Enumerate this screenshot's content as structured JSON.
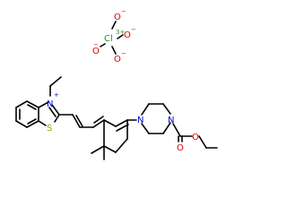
{
  "molecule": {
    "atoms": {
      "cl": "Cl",
      "cl_charge": "3+",
      "o_top": "O",
      "o_top_charge": "−",
      "o_left": "O",
      "o_left_charge": "−",
      "o_right": "O",
      "o_right_charge": "−",
      "o_bottom": "O",
      "o_bottom_charge": "−",
      "n_benzothiazole": "N",
      "n_plus": "+",
      "s_benzothiazole": "S",
      "n_piperazine_left": "N",
      "n_piperazine_right": "N",
      "o_carbonyl": "O",
      "o_ester": "O"
    },
    "colors": {
      "bond": "#000000",
      "chlorine": "#1a9a1a",
      "oxygen": "#e00000",
      "nitrogen": "#0000d0",
      "sulfur": "#b0a000"
    }
  }
}
